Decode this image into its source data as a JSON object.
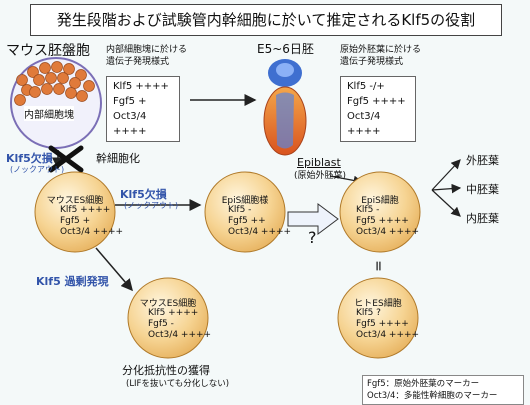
{
  "title": "発生段階および試験管内幹細胞に於いて推定されるKlf5の役割",
  "mouse_blastocyst": {
    "label": "マウス胚盤胞",
    "inner_cell_mass": "内部細胞塊"
  },
  "icm_expression": {
    "caption_line1": "内部細胞塊に於ける",
    "caption_line2": "遺伝子発現様式",
    "lines": [
      "Klf5 ++++",
      "Fgf5 +",
      "Oct3/4 ++++"
    ]
  },
  "embryo_stage": {
    "label": "E5~6日胚"
  },
  "pe_expression": {
    "caption_line1": "原始外胚葉に於ける",
    "caption_line2": "遺伝子発現様式",
    "lines": [
      "Klf5 -/+",
      "Fgf5 ++++",
      "Oct3/4 ++++"
    ]
  },
  "epiblast": {
    "label": "Epiblast",
    "sublabel": "(原始外胚葉)"
  },
  "germ_layers": [
    "外胚葉",
    "中胚葉",
    "内胚葉"
  ],
  "klf5_knockout_left": {
    "label": "Klf5欠損",
    "sub": "(ノックアウト)"
  },
  "stem_cell_derivation": "幹細胞化",
  "mouse_es": {
    "title": "マウスES細胞",
    "lines": [
      "Klf5 ++++",
      "Fgf5 +",
      "Oct3/4 ++++"
    ]
  },
  "klf5_knockout_mid": {
    "label": "Klf5欠損",
    "sub": "(ノックアウト)"
  },
  "epis_like": {
    "title": "EpiS細胞様",
    "lines": [
      "Klf5 -",
      "Fgf5 ++",
      "Oct3/4 ++++"
    ]
  },
  "question_mark": "?",
  "epis": {
    "title": "EpiS細胞",
    "lines": [
      "Klf5 -",
      "Fgf5 ++++",
      "Oct3/4 ++++"
    ]
  },
  "equivalence": "=",
  "human_es": {
    "title": "ヒトES細胞",
    "lines": [
      "Klf5 ?",
      "Fgf5 ++++",
      "Oct3/4 ++++"
    ]
  },
  "klf5_overexpression": "Klf5 過剰発現",
  "overexpressed_es": {
    "title": "マウスES細胞",
    "lines": [
      "Klf5 ++++",
      "Fgf5 -",
      "Oct3/4 ++++"
    ]
  },
  "resistance": {
    "label": "分化抵抗性の獲得",
    "sub": "(LIFを抜いても分化しない)"
  },
  "legend": [
    "Fgf5：原始外胚葉のマーカー",
    "Oct3/4：多能性幹細胞のマーカー"
  ],
  "colors": {
    "circle": "#f6d493",
    "circle_edge": "#b07a2a",
    "accent_blue": "#3355aa",
    "cell_orange": "#e07a3a",
    "embryo_orange": "#e8702a",
    "embryo_blue": "#3f6fd0"
  }
}
